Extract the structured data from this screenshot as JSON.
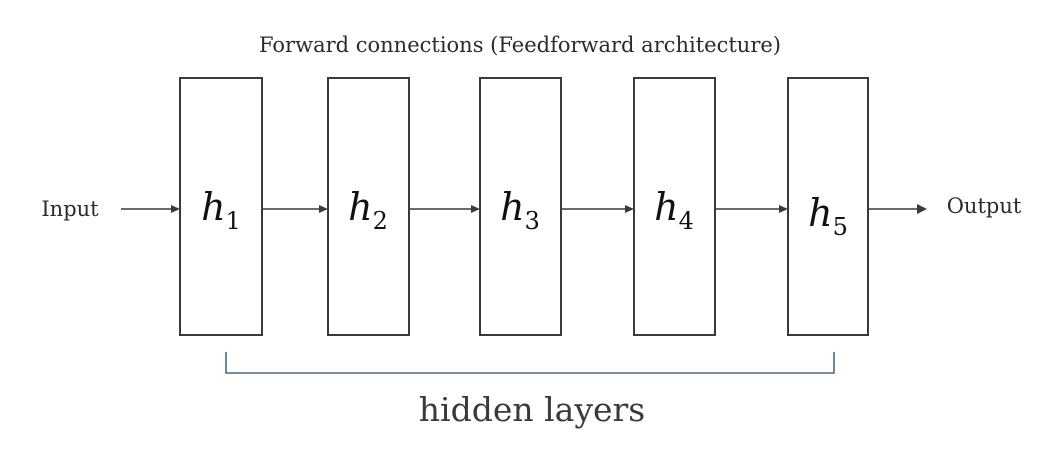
{
  "title": "Forward connections (Feedforward architecture)",
  "input_label": "Input",
  "output_label": "Output",
  "footer_label": "hidden layers",
  "layers": [
    {
      "symbol": "h",
      "index": "1"
    },
    {
      "symbol": "h",
      "index": "2"
    },
    {
      "symbol": "h",
      "index": "3"
    },
    {
      "symbol": "h",
      "index": "4"
    },
    {
      "symbol": "h",
      "index": "5"
    }
  ],
  "colors": {
    "stroke": "#3a3a3a",
    "bracket": "#4a6a7e",
    "background": "#ffffff"
  }
}
